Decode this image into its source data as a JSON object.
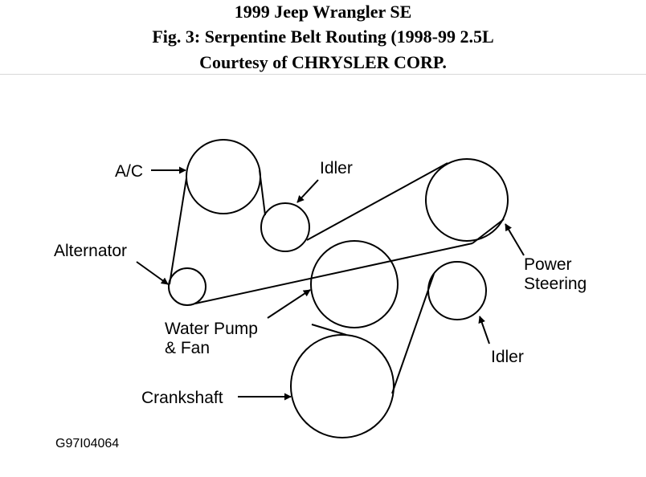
{
  "header": {
    "line1": "1999 Jeep Wrangler SE",
    "line2": "Fig. 3: Serpentine Belt Routing (1998-99 2.5L",
    "line3": "Courtesy of CHRYSLER CORP."
  },
  "diagram": {
    "labels": {
      "ac": "A/C",
      "idler_top": "Idler",
      "alternator": "Alternator",
      "power_steering_1": "Power",
      "power_steering_2": "Steering",
      "water_pump_1": "Water Pump",
      "water_pump_2": "& Fan",
      "idler_bottom": "Idler",
      "crankshaft": "Crankshaft"
    },
    "figure_code": "G97I04064"
  },
  "colors": {
    "line": "#000000",
    "background": "#ffffff"
  }
}
